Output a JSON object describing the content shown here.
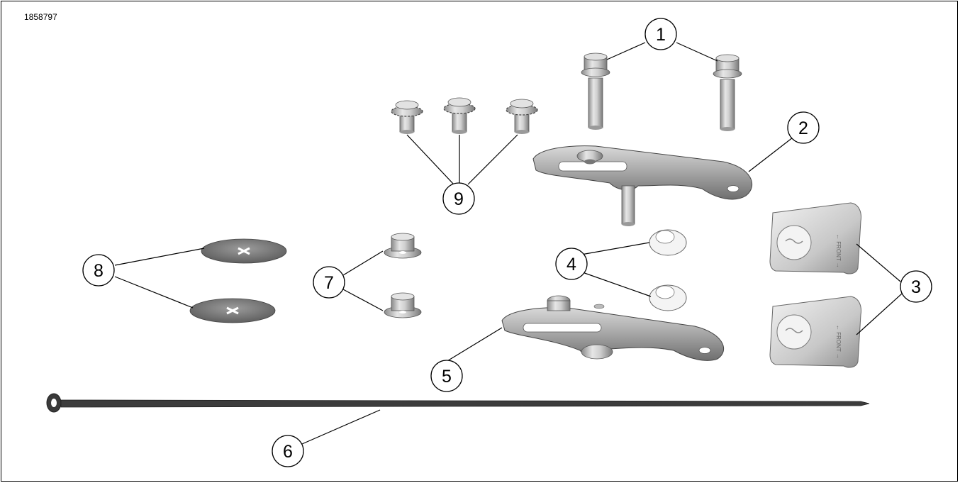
{
  "figure_id": "1858797",
  "callouts": [
    {
      "label": "1",
      "part": "flange-bolt"
    },
    {
      "label": "2",
      "part": "upper-bracket"
    },
    {
      "label": "3",
      "part": "clip-nut-front"
    },
    {
      "label": "4",
      "part": "washer"
    },
    {
      "label": "5",
      "part": "lower-bracket"
    },
    {
      "label": "6",
      "part": "cable-tie"
    },
    {
      "label": "7",
      "part": "flange-nut"
    },
    {
      "label": "8",
      "part": "adhesive-disc"
    },
    {
      "label": "9",
      "part": "serrated-screw"
    }
  ],
  "clip_nut_stamp": "← FRONT →"
}
